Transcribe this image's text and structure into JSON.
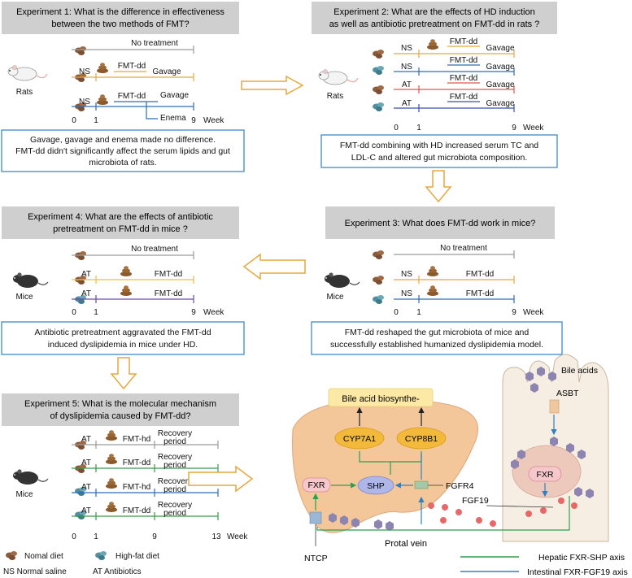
{
  "experiments": {
    "e1": {
      "title_l1": "Experiment 1: What is the difference in effectiveness",
      "title_l2": "between the two methods of FMT?",
      "rows": [
        "No treatment",
        "FMT-dd",
        "Gavage",
        "FMT-dd",
        "Gavage",
        "Enema"
      ],
      "label": "Rats",
      "result_l1": "Gavage, gavage and enema made no difference.",
      "result_l2": "FMT-dd didn't significantly affect the serum lipids and gut",
      "result_l3": "microbiota of rats."
    },
    "e2": {
      "title_l1": "Experiment 2: What are the effects of HD induction",
      "title_l2": "as well as antibiotic pretreatment on FMT-dd in rats ?",
      "label": "Rats",
      "result_l1": "FMT-dd combining with HD increased serum TC and",
      "result_l2": "LDL-C and altered gut microbiota composition."
    },
    "e3": {
      "title": "Experiment 3: What does FMT-dd work in mice?",
      "label": "Mice",
      "result_l1": "FMT-dd reshaped the gut microbiota of mice and",
      "result_l2": "successfully established humanized dyslipidemia model."
    },
    "e4": {
      "title_l1": "Experiment 4: What are the effects of antibiotic",
      "title_l2": "pretreatment on FMT-dd in mice ?",
      "label": "Mice",
      "result_l1": "Antibiotic pretreatment aggravated the FMT-dd",
      "result_l2": "induced dyslipidemia in mice under HD."
    },
    "e5": {
      "title_l1": "Experiment 5: What is the molecular mechanism",
      "title_l2": "of dyslipidemia caused by FMT-dd?",
      "label": "Mice",
      "recovery_l1": "Recovery",
      "recovery_l2": "period"
    }
  },
  "labels": {
    "no_treatment": "No treatment",
    "fmt_dd": "FMT-dd",
    "fmt_hd": "FMT-hd",
    "gavage": "Gavage",
    "enema": "Enema",
    "ns": "NS",
    "at": "AT",
    "week": "Week",
    "t0": "0",
    "t1": "1",
    "t9": "9",
    "t13": "13"
  },
  "legend": {
    "normal_diet": "Nomal diet",
    "high_fat_diet": "High-fat diet",
    "ns_def": "NS  Normal saline",
    "at_def": "AT  Antibiotics",
    "hepatic_axis": "Hepatic FXR-SHP axis",
    "intestinal_axis": "Intestinal FXR-FGF19 axis"
  },
  "mechanism": {
    "bile_biosynth": "Bile acid biosynthe-",
    "cyp7a1": "CYP7A1",
    "cyp8b1": "CYP8B1",
    "fxr_liver": "FXR",
    "shp": "SHP",
    "fgfr4": "FGFR4",
    "fxr_gut": "FXR",
    "fgf19": "FGF19",
    "asbt": "ASBT",
    "bile_acids": "Bile acids",
    "portal_vein": "Protal vein",
    "ntcp": "NTCP"
  },
  "colors": {
    "orange": "#e8a73a",
    "blue": "#2f6db2",
    "red": "#e2574c",
    "purple": "#6a4aa8",
    "green": "#3a9a4a",
    "gray": "#9a9a9a",
    "box_fill": "#cfcfcf",
    "liver": "#f3c79a",
    "hepatic_green": "#2e9e4f",
    "intestinal_blue": "#2f80c6"
  }
}
